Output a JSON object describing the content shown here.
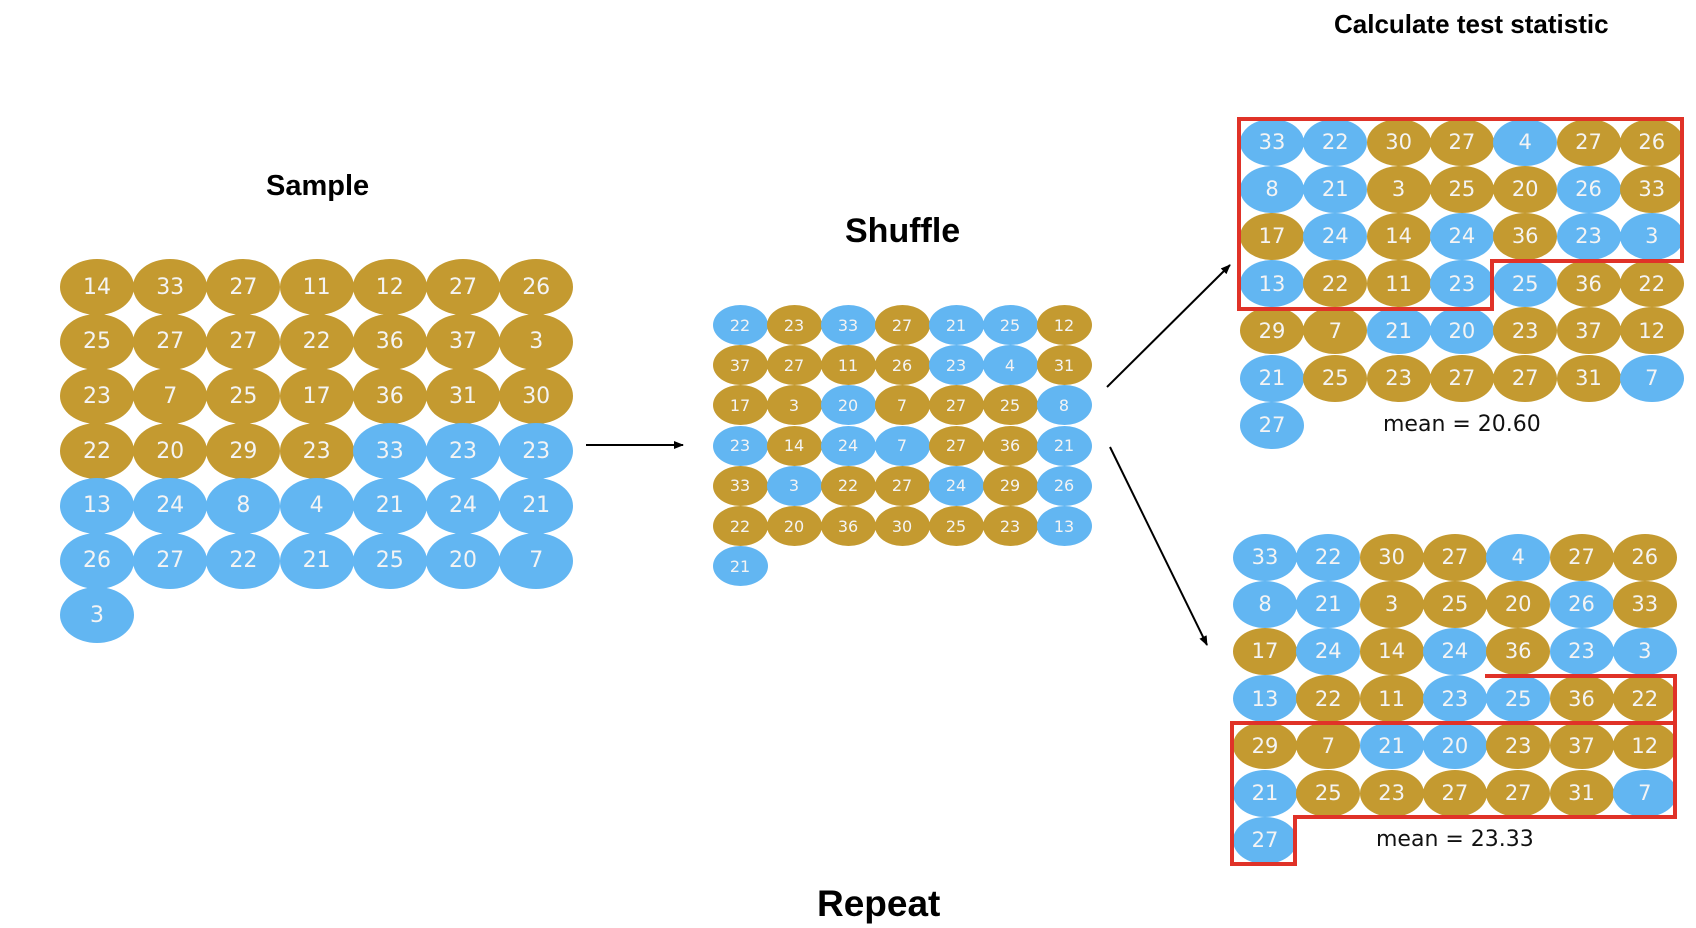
{
  "headings": {
    "sample": "Sample",
    "shuffle": "Shuffle",
    "calculate": "Calculate test statistic",
    "repeat": "Repeat"
  },
  "colors": {
    "gold": "#c49a30",
    "blue": "#62b6f2",
    "highlight": "#e03228",
    "arrow": "#000000"
  },
  "sample_grid": {
    "values": [
      [
        14,
        33,
        27,
        11,
        12,
        27,
        26
      ],
      [
        25,
        27,
        27,
        22,
        36,
        37,
        3
      ],
      [
        23,
        7,
        25,
        17,
        36,
        31,
        30
      ],
      [
        22,
        20,
        29,
        23,
        33,
        23,
        23
      ],
      [
        13,
        24,
        8,
        4,
        21,
        24,
        21
      ],
      [
        26,
        27,
        22,
        21,
        25,
        20,
        7
      ],
      [
        3
      ]
    ],
    "colors": [
      [
        "g",
        "g",
        "g",
        "g",
        "g",
        "g",
        "g"
      ],
      [
        "g",
        "g",
        "g",
        "g",
        "g",
        "g",
        "g"
      ],
      [
        "g",
        "g",
        "g",
        "g",
        "g",
        "g",
        "g"
      ],
      [
        "g",
        "g",
        "g",
        "g",
        "b",
        "b",
        "b"
      ],
      [
        "b",
        "b",
        "b",
        "b",
        "b",
        "b",
        "b"
      ],
      [
        "b",
        "b",
        "b",
        "b",
        "b",
        "b",
        "b"
      ],
      [
        "b"
      ]
    ]
  },
  "shuffle_grid": {
    "values": [
      [
        22,
        23,
        33,
        27,
        21,
        25,
        12
      ],
      [
        37,
        27,
        11,
        26,
        23,
        4,
        31
      ],
      [
        17,
        3,
        20,
        7,
        27,
        25,
        8
      ],
      [
        23,
        14,
        24,
        7,
        27,
        36,
        21
      ],
      [
        33,
        3,
        22,
        27,
        24,
        29,
        26
      ],
      [
        22,
        20,
        36,
        30,
        25,
        23,
        13
      ],
      [
        21
      ]
    ],
    "colors": [
      [
        "b",
        "g",
        "b",
        "g",
        "b",
        "b",
        "g"
      ],
      [
        "g",
        "g",
        "g",
        "g",
        "b",
        "b",
        "g"
      ],
      [
        "g",
        "g",
        "b",
        "g",
        "g",
        "g",
        "b"
      ],
      [
        "b",
        "g",
        "b",
        "b",
        "g",
        "g",
        "b"
      ],
      [
        "g",
        "b",
        "g",
        "g",
        "b",
        "g",
        "b"
      ],
      [
        "g",
        "g",
        "g",
        "g",
        "g",
        "g",
        "b"
      ],
      [
        "b"
      ]
    ]
  },
  "top_grid": {
    "values": [
      [
        33,
        22,
        30,
        27,
        4,
        27,
        26
      ],
      [
        8,
        21,
        3,
        25,
        20,
        26,
        33
      ],
      [
        17,
        24,
        14,
        24,
        36,
        23,
        3
      ],
      [
        13,
        22,
        11,
        23,
        25,
        36,
        22
      ],
      [
        29,
        7,
        21,
        20,
        23,
        37,
        12
      ],
      [
        21,
        25,
        23,
        27,
        27,
        31,
        7
      ],
      [
        27
      ]
    ],
    "colors": [
      [
        "b",
        "b",
        "g",
        "g",
        "b",
        "g",
        "g"
      ],
      [
        "b",
        "b",
        "g",
        "g",
        "g",
        "b",
        "g"
      ],
      [
        "g",
        "b",
        "g",
        "b",
        "g",
        "b",
        "b"
      ],
      [
        "b",
        "g",
        "g",
        "b",
        "b",
        "g",
        "g"
      ],
      [
        "g",
        "g",
        "b",
        "b",
        "g",
        "g",
        "g"
      ],
      [
        "b",
        "g",
        "g",
        "g",
        "g",
        "g",
        "b"
      ],
      [
        "b"
      ]
    ],
    "mean_label": "mean = 20.60"
  },
  "bottom_grid": {
    "values": [
      [
        33,
        22,
        30,
        27,
        4,
        27,
        26
      ],
      [
        8,
        21,
        3,
        25,
        20,
        26,
        33
      ],
      [
        17,
        24,
        14,
        24,
        36,
        23,
        3
      ],
      [
        13,
        22,
        11,
        23,
        25,
        36,
        22
      ],
      [
        29,
        7,
        21,
        20,
        23,
        37,
        12
      ],
      [
        21,
        25,
        23,
        27,
        27,
        31,
        7
      ],
      [
        27
      ]
    ],
    "colors": [
      [
        "b",
        "b",
        "g",
        "g",
        "b",
        "g",
        "g"
      ],
      [
        "b",
        "b",
        "g",
        "g",
        "g",
        "b",
        "g"
      ],
      [
        "g",
        "b",
        "g",
        "b",
        "g",
        "b",
        "b"
      ],
      [
        "b",
        "g",
        "g",
        "b",
        "b",
        "g",
        "g"
      ],
      [
        "g",
        "g",
        "b",
        "b",
        "g",
        "g",
        "g"
      ],
      [
        "b",
        "g",
        "g",
        "g",
        "g",
        "g",
        "b"
      ],
      [
        "b"
      ]
    ],
    "mean_label": "mean = 23.33"
  }
}
